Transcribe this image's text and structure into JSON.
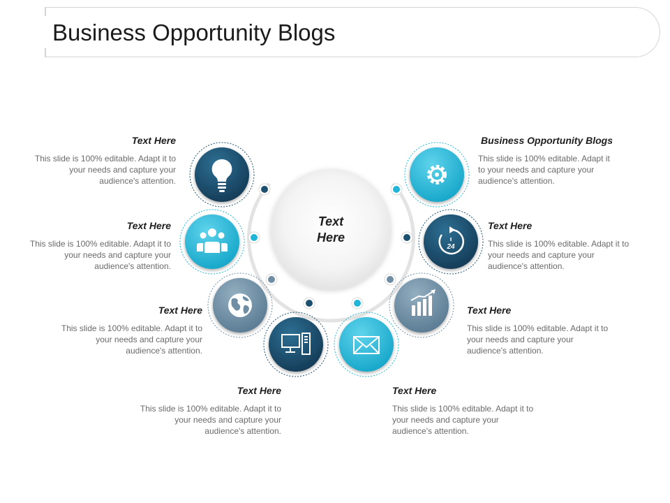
{
  "title": "Business Opportunity Blogs",
  "center_label": "Text Here",
  "items": [
    {
      "heading": "Text Here",
      "body": "This slide is 100% editable. Adapt it to your needs and capture your audience's attention.",
      "icon": "lightbulb-icon",
      "color": "#1d4f6e"
    },
    {
      "heading": "Text Here",
      "body": "This slide is 100% editable. Adapt it to your needs and capture your audience's attention.",
      "icon": "people-icon",
      "color": "#21b6d7"
    },
    {
      "heading": "Text Here",
      "body": "This slide is 100% editable. Adapt it to your needs and capture your audience's attention.",
      "icon": "globe-icon",
      "color": "#6f8ea4"
    },
    {
      "heading": "Text Here",
      "body": "This slide is 100% editable. Adapt it to your needs and capture your audience's attention.",
      "icon": "computer-icon",
      "color": "#1d4f6e"
    },
    {
      "heading": "Text Here",
      "body": "This slide is 100% editable. Adapt it to your needs and capture your audience's attention.",
      "icon": "envelope-icon",
      "color": "#21b6d7"
    },
    {
      "heading": "Text Here",
      "body": "This slide is 100% editable. Adapt it to your needs and capture your audience's attention.",
      "icon": "bar-chart-icon",
      "color": "#6f8ea4"
    },
    {
      "heading": "Text Here",
      "body": "This slide is 100% editable. Adapt it to your needs and capture your audience's attention.",
      "icon": "clock-24-icon",
      "color": "#1d4f6e"
    },
    {
      "heading": "Business Opportunity  Blogs",
      "body": "This slide is 100% editable. Adapt it to your needs and capture your audience's attention.",
      "icon": "gear-icon",
      "color": "#21b6d7"
    }
  ],
  "colors": {
    "dark": "#1d4f6e",
    "cyan": "#21b6d7",
    "slate": "#6f8ea4",
    "ring": "#e3e3e3"
  }
}
